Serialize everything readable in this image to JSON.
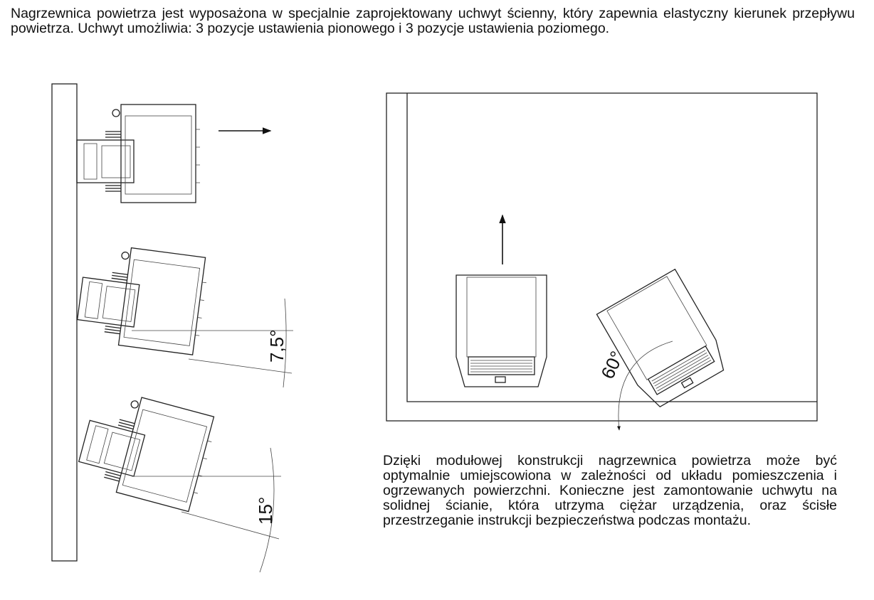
{
  "intro_text": "Nagrzewnica powietrza jest wyposażona w specjalnie zaprojektowany uchwyt ścienny, który zapewnia elastyczny kierunek przepływu powietrza. Uchwyt umożliwia: 3 pozycje ustawienia pionowego i 3 pozycje ustawienia poziomego.",
  "description_text": "Dzięki modułowej konstrukcji nagrzewnica powietrza może być optymalnie umiejscowiona w zależności od układu pomieszczenia i ogrzewanych powierzchni. Konieczne jest zamontowanie uchwytu na solidnej ścianie, która utrzyma ciężar urządzenia, oraz ścisłe przestrzeganie instrukcji bezpieczeństwa podczas montażu.",
  "diagram_labels": {
    "vertical_angle_1": "7,5°",
    "vertical_angle_2": "15°",
    "horizontal_angle": "60°"
  }
}
